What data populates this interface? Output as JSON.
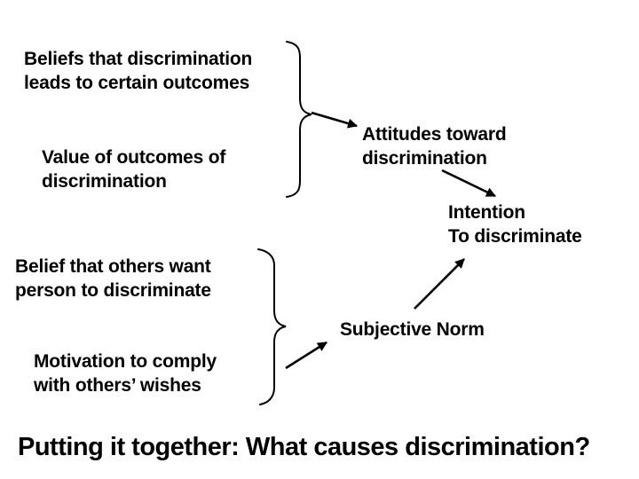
{
  "colors": {
    "background": "#ffffff",
    "ink": "#000000"
  },
  "nodes": {
    "beliefs_outcomes": {
      "line1": "Beliefs that discrimination",
      "line2": "leads to certain outcomes"
    },
    "value_outcomes": {
      "line1": "Value of outcomes of",
      "line2": "discrimination"
    },
    "attitudes": {
      "line1": "Attitudes toward",
      "line2": "discrimination"
    },
    "intention": {
      "line1": "Intention",
      "line2": "To discriminate"
    },
    "belief_others": {
      "line1": "Belief that others want",
      "line2": "person to discriminate"
    },
    "subjective_norm": {
      "label": "Subjective Norm"
    },
    "motivation": {
      "line1": "Motivation to comply",
      "line2": "with others’ wishes"
    }
  },
  "footer": {
    "title": "Putting it together: What causes discrimination?"
  }
}
